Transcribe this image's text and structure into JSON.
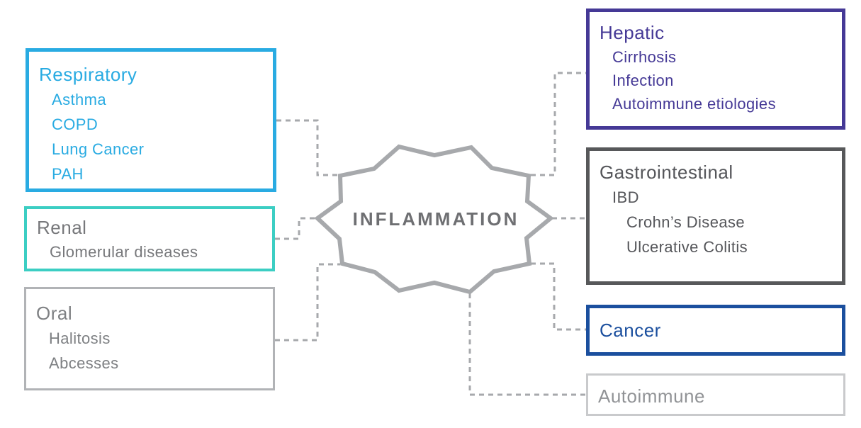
{
  "center": {
    "label": "INFLAMMATION"
  },
  "colors": {
    "respiratory": "#29ABE2",
    "renal_border": "#3CCEC3",
    "oral_border": "#B1B3B6",
    "hepatic": "#453996",
    "gastrointestinal": "#57585A",
    "cancer": "#1B4F9E",
    "autoimmune_border": "#C9CACC",
    "burst_and_connectors": "#A7A9AC",
    "gray_text": "#77787B",
    "center_text": "#6E6F72"
  },
  "panels": {
    "respiratory": {
      "title": "Respiratory",
      "items": [
        "Asthma",
        "COPD",
        "Lung Cancer",
        "PAH"
      ]
    },
    "renal": {
      "title": "Renal",
      "items": [
        "Glomerular diseases"
      ]
    },
    "oral": {
      "title": "Oral",
      "items": [
        "Halitosis",
        "Abcesses"
      ]
    },
    "hepatic": {
      "title": "Hepatic",
      "items": [
        "Cirrhosis",
        "Infection",
        "Autoimmune etiologies"
      ]
    },
    "gastrointestinal": {
      "title": "Gastrointestinal",
      "items": [
        "IBD",
        "Crohn’s Disease",
        "Ulcerative Colitis"
      ]
    },
    "cancer": {
      "title": "Cancer"
    },
    "autoimmune": {
      "title": "Autoimmune"
    }
  }
}
